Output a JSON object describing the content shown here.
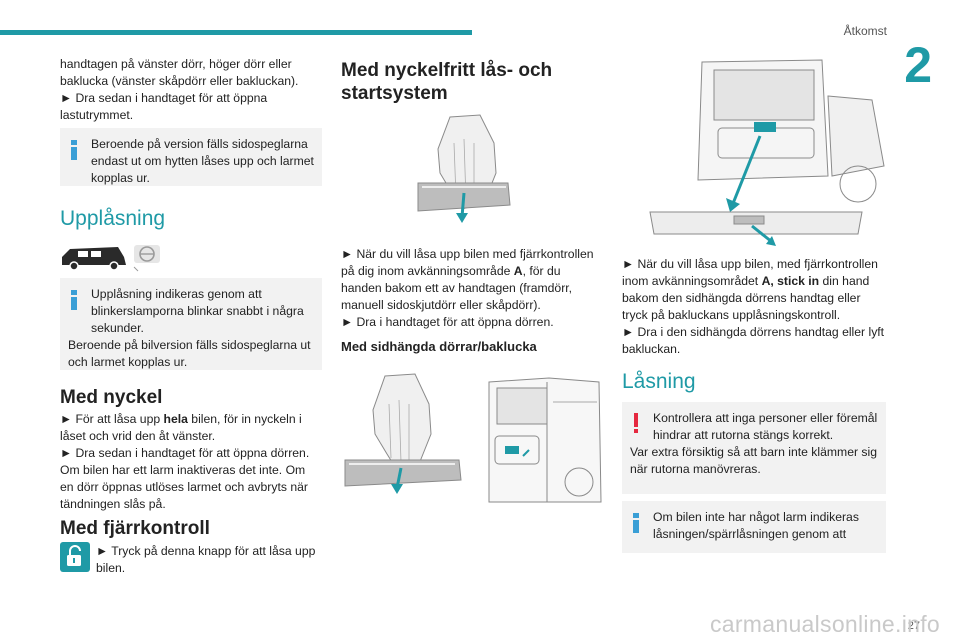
{
  "header": {
    "section": "Åtkomst",
    "chapter": "2",
    "page": "27"
  },
  "watermark": "carmanualsonline.info",
  "col1": {
    "intro": "handtagen på vänster dörr, höger dörr eller baklucka (vänster skåpdörr eller bakluckan).",
    "intro2": "► Dra sedan i handtaget för att öppna lastutrymmet.",
    "info1": "Beroende på version fälls sidospeglarna endast ut om hytten låses upp och larmet kopplas ur.",
    "h_unlock": "Upplåsning",
    "info2_a": "Upplåsning indikeras genom att blinkerslamporna blinkar snabbt i några sekunder.",
    "info2_b": "Beroende på bilversion fälls sidospeglarna ut och larmet kopplas ur.",
    "h_key": "Med nyckel",
    "key_p1_pre": "► För att låsa upp ",
    "key_p1_bold": "hela",
    "key_p1_post": " bilen, för in nyckeln i låset och vrid den åt vänster.",
    "key_p2": "► Dra sedan i handtaget för att öppna dörren. Om bilen har ett larm inaktiveras det inte. Om en dörr öppnas utlöses larmet och avbryts när tändningen slås på.",
    "h_remote": "Med fjärrkontroll",
    "remote_p": "► Tryck på denna knapp för att låsa upp bilen."
  },
  "col2": {
    "h_keyless": "Med nyckelfritt lås- och startsystem",
    "p1_pre": "► När du vill låsa upp bilen med fjärrkontrollen på dig inom avkänningsområde ",
    "p1_bold": "A",
    "p1_post": ", för du handen bakom ett av handtagen (framdörr, manuell sidoskjutdörr eller skåpdörr).",
    "p2": "► Dra i handtaget för att öppna dörren.",
    "h_side": "Med sidhängda dörrar/baklucka"
  },
  "col3": {
    "p1_pre": "► När du vill låsa upp bilen, med fjärrkontrollen inom avkänningsområdet ",
    "p1_bold": "A, stick in",
    "p1_post": " din hand bakom den sidhängda dörrens handtag eller tryck på bakluckans upplåsningskontroll.",
    "p2": "► Dra i den sidhängda dörrens handtag eller lyft bakluckan.",
    "h_lock": "Låsning",
    "warn_a": "Kontrollera att inga personer eller föremål hindrar att rutorna stängs korrekt.",
    "warn_b": "Var extra försiktig så att barn inte klämmer sig när rutorna manövreras.",
    "info3": "Om bilen inte har något larm indikeras låsningen/spärrlåsningen genom att"
  },
  "colors": {
    "accent": "#1f9aa6",
    "info": "#3a9fd6",
    "warning": "#e5283f"
  }
}
